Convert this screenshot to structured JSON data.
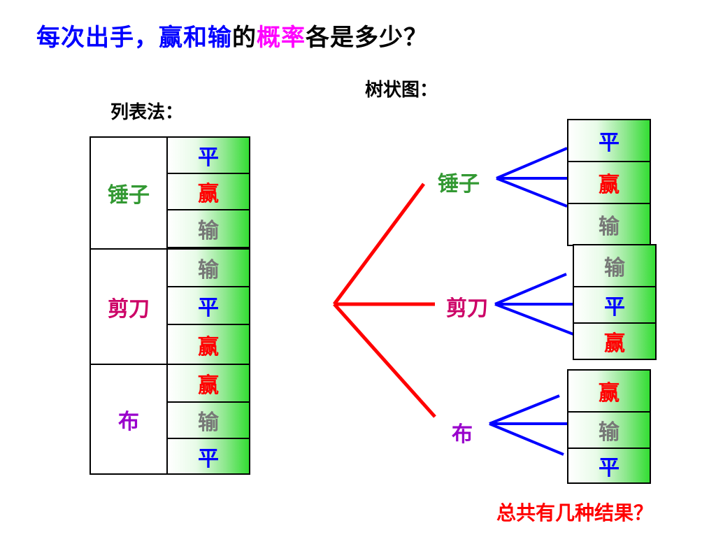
{
  "title": {
    "part1": "每次出手，赢和输",
    "part2": "的",
    "part3": "概率",
    "part4": "各是多少？"
  },
  "table_method_label": "列表法：",
  "tree_method_label": "树状图：",
  "choices": [
    "锤子",
    "剪刀",
    "布"
  ],
  "table": [
    {
      "group": "锤子",
      "outcomes": [
        "平",
        "赢",
        "输"
      ]
    },
    {
      "group": "剪刀",
      "outcomes": [
        "输",
        "平",
        "赢"
      ]
    },
    {
      "group": "布",
      "outcomes": [
        "赢",
        "输",
        "平"
      ]
    }
  ],
  "tree": [
    {
      "label": "锤子",
      "outcomes": [
        "平",
        "赢",
        "输"
      ]
    },
    {
      "label": "剪刀",
      "outcomes": [
        "输",
        "平",
        "赢"
      ]
    },
    {
      "label": "布",
      "outcomes": [
        "赢",
        "输",
        "平"
      ]
    }
  ],
  "question": "总共有几种结果？",
  "colors": {
    "title": "#0000ff",
    "highlight": "#ff00ff",
    "win": "#ff0000",
    "tie": "#0000ff",
    "lose": "#777777",
    "trunk_lines": "#ff0000",
    "branch_lines": "#0000ff"
  }
}
